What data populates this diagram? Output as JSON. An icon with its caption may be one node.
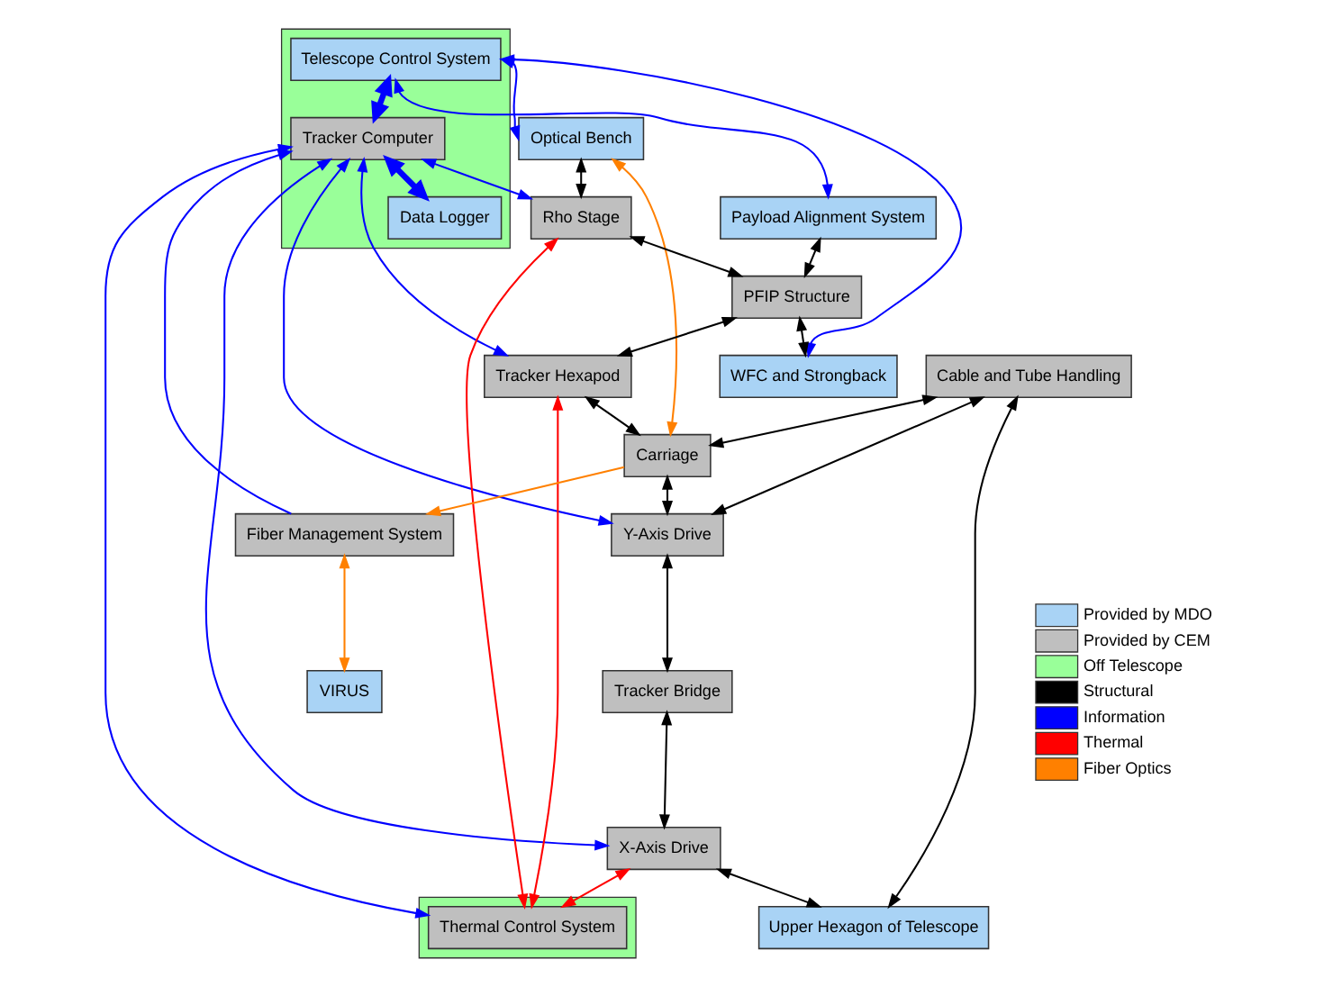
{
  "diagram": {
    "nodes": [
      {
        "text": [],
        "shape": "box"
      },
      {
        "text": [
          "Telescope Control System"
        ],
        "in": 0
      },
      {
        "text": [
          "Tracker Computer"
        ],
        "in": 0
      },
      {
        "text": [
          "Data Logger"
        ],
        "in": 0
      },
      {
        "text": [
          "Optical Bench"
        ]
      },
      {
        "text": [
          "Rho Stage"
        ]
      },
      {
        "text": [
          "Payload Alignment System"
        ]
      },
      {
        "text": [
          "PFIP Structure"
        ]
      },
      {
        "text": [
          "WFC and Strongback"
        ]
      },
      {
        "text": [
          "Tracker Hexapod"
        ]
      },
      {
        "text": [],
        "shape": "box"
      },
      {
        "text": [
          "Thermal Control System"
        ],
        "in": 10
      },
      {
        "text": [
          "Carriage"
        ]
      },
      {
        "text": [
          "Y-Axis Drive"
        ]
      },
      {
        "text": [
          "Fiber Management System"
        ]
      },
      {
        "text": [
          "Tracker Bridge"
        ]
      },
      {
        "text": [
          "Cable and Tube Handling"
        ]
      },
      {
        "text": [
          "X-Axis Drive"
        ]
      },
      {
        "text": [
          "VIRUS"
        ]
      },
      {
        "text": [
          "Upper Hexagon of Telescope"
        ]
      }
    ],
    "edges": [
      {
        "from": 1,
        "to": 2,
        "arrow": "both",
        "style": "thick",
        "color": "#0000ff"
      },
      {
        "from": 1,
        "to": 8,
        "arrow": "both",
        "color": "#0000ff"
      },
      {
        "from": 1,
        "to": 4,
        "arrow": "both",
        "color": "#0000ff"
      },
      {
        "from": 1,
        "to": 6,
        "arrow": "both",
        "color": "#0000ff"
      },
      {
        "from": 4,
        "to": 5,
        "arrow": "both"
      },
      {
        "from": 2,
        "to": 5,
        "arrow": "both",
        "color": "#0000ff"
      },
      {
        "from": 5,
        "to": 11,
        "arrow": "both",
        "color": "#ff0000"
      },
      {
        "from": 5,
        "to": 7,
        "arrow": "both"
      },
      {
        "from": 6,
        "to": 7,
        "arrow": "both"
      },
      {
        "from": 7,
        "to": 8,
        "arrow": "both"
      },
      {
        "from": 7,
        "to": 9,
        "arrow": "both"
      },
      {
        "from": 2,
        "to": 9,
        "arrow": "both",
        "color": "#0000ff"
      },
      {
        "from": 9,
        "to": 11,
        "arrow": "both",
        "color": "#ff0000"
      },
      {
        "from": 2,
        "to": 11,
        "arrow": "both",
        "color": "#0000ff"
      },
      {
        "from": 9,
        "to": 12,
        "arrow": "both"
      },
      {
        "from": 4,
        "to": 12,
        "arrow": "both",
        "color": "#ff8000"
      },
      {
        "from": 12,
        "to": 14,
        "arrow": "to",
        "color": "#ff8000"
      },
      {
        "from": 16,
        "to": 12,
        "arrow": "both"
      },
      {
        "from": 12,
        "to": 13,
        "arrow": "both"
      },
      {
        "from": 2,
        "to": 13,
        "arrow": "both",
        "color": "#0000ff"
      },
      {
        "from": 16,
        "to": 13,
        "arrow": "both"
      },
      {
        "from": 14,
        "to": 2,
        "arrow": "to",
        "color": "#0000ff"
      },
      {
        "from": 13,
        "to": 15,
        "arrow": "both"
      },
      {
        "from": 2,
        "to": 17,
        "arrow": "both",
        "color": "#0000ff"
      },
      {
        "from": 15,
        "to": 17,
        "arrow": "both"
      },
      {
        "from": 17,
        "to": 11,
        "arrow": "both",
        "color": "#ff0000"
      },
      {
        "from": 14,
        "to": 18,
        "arrow": "both",
        "color": "#ff8000"
      },
      {
        "from": 16,
        "to": 19,
        "arrow": "both"
      },
      {
        "from": 17,
        "to": 19,
        "arrow": "both"
      },
      {
        "from": 2,
        "to": 3,
        "arrow": "both",
        "style": "thick",
        "color": "#0000ff"
      }
    ],
    "legend": [
      {
        "text": "Provided by MDO",
        "color": "#a9d3f5"
      },
      {
        "text": "Provided by CEM",
        "color": "#bfbfbf"
      },
      {
        "text": "Off Telescope",
        "color": "#99ff99"
      },
      {
        "text": "Structural",
        "color": "#000000"
      },
      {
        "text": "Information",
        "color": "#0000ff"
      },
      {
        "text": "Thermal",
        "color": "#ff0000"
      },
      {
        "text": "Fiber Optics",
        "color": "#ff8000"
      }
    ]
  }
}
